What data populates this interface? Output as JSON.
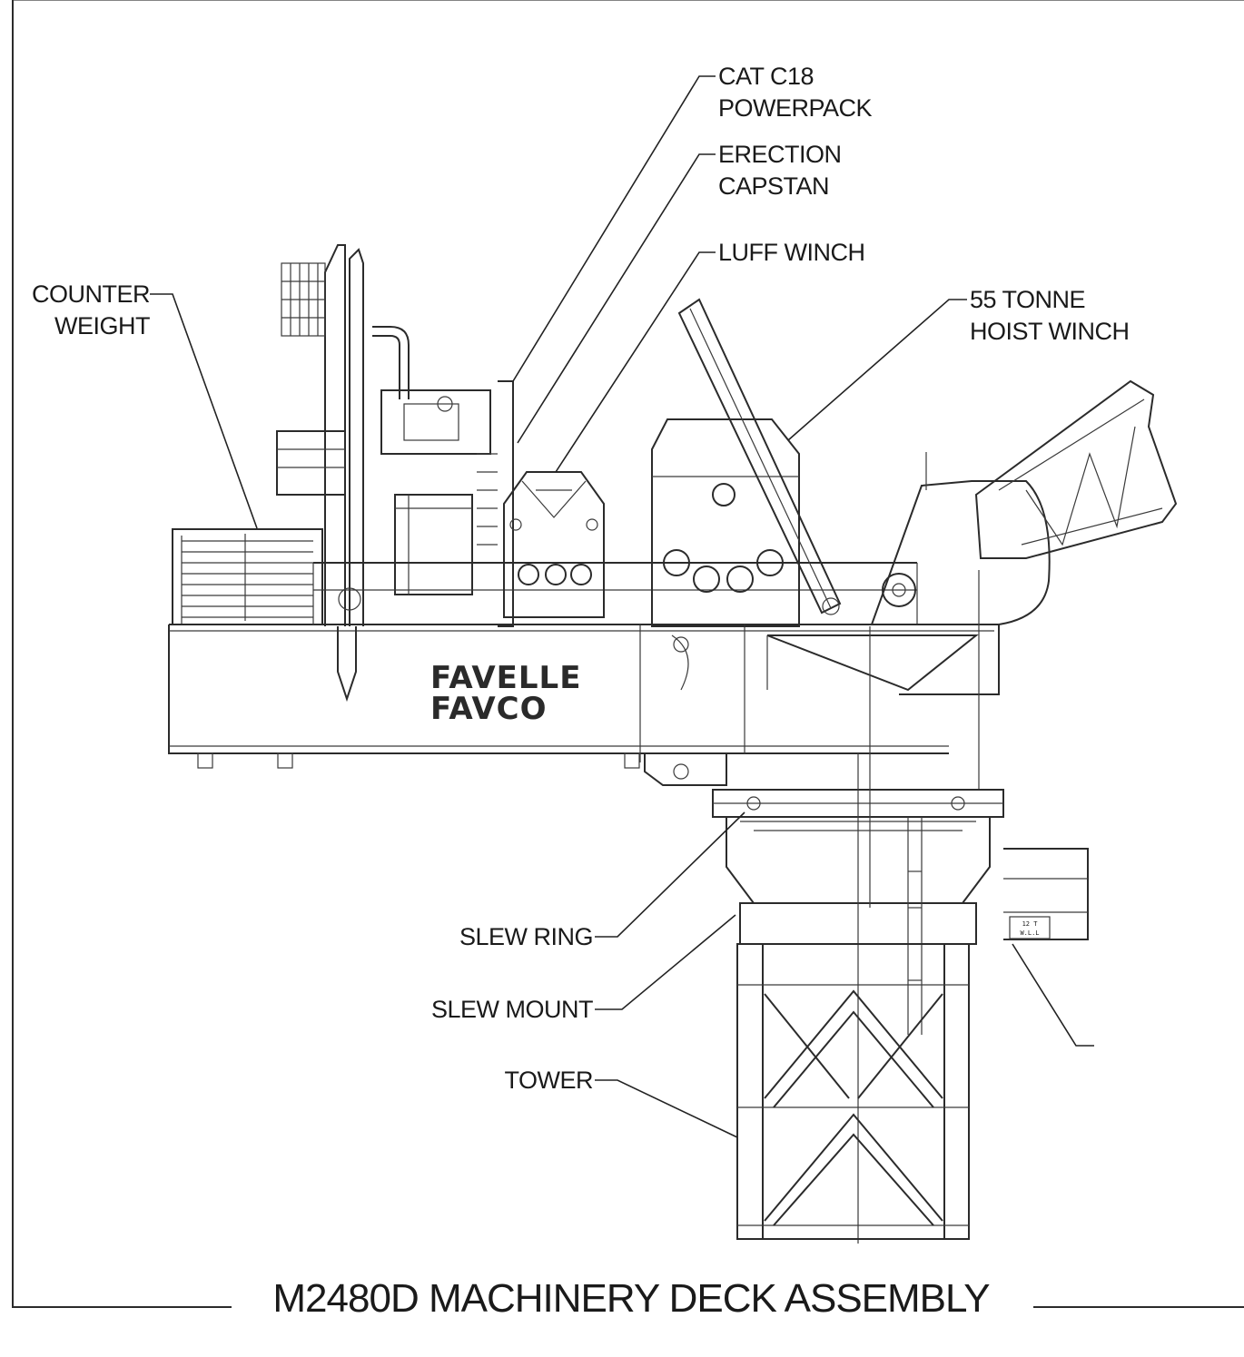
{
  "title": "M2480D MACHINERY DECK ASSEMBLY",
  "logo": {
    "line1": "FAVELLE",
    "line2": "FAVCO"
  },
  "callouts": {
    "powerpack": {
      "line1": "CAT C18",
      "line2": "POWERPACK"
    },
    "capstan": {
      "line1": "ERECTION",
      "line2": "CAPSTAN"
    },
    "luff_winch": {
      "line1": "LUFF WINCH"
    },
    "hoist_winch": {
      "line1": "55 TONNE",
      "line2": "HOIST WINCH"
    },
    "counterweight": {
      "line1": "COUNTER",
      "line2": "WEIGHT"
    },
    "slew_ring": {
      "line1": "SLEW RING"
    },
    "slew_mount": {
      "line1": "SLEW MOUNT"
    },
    "tower": {
      "line1": "TOWER"
    }
  },
  "plate_labels": {
    "wll_line1": "12 T",
    "wll_line2": "W.L.L"
  }
}
